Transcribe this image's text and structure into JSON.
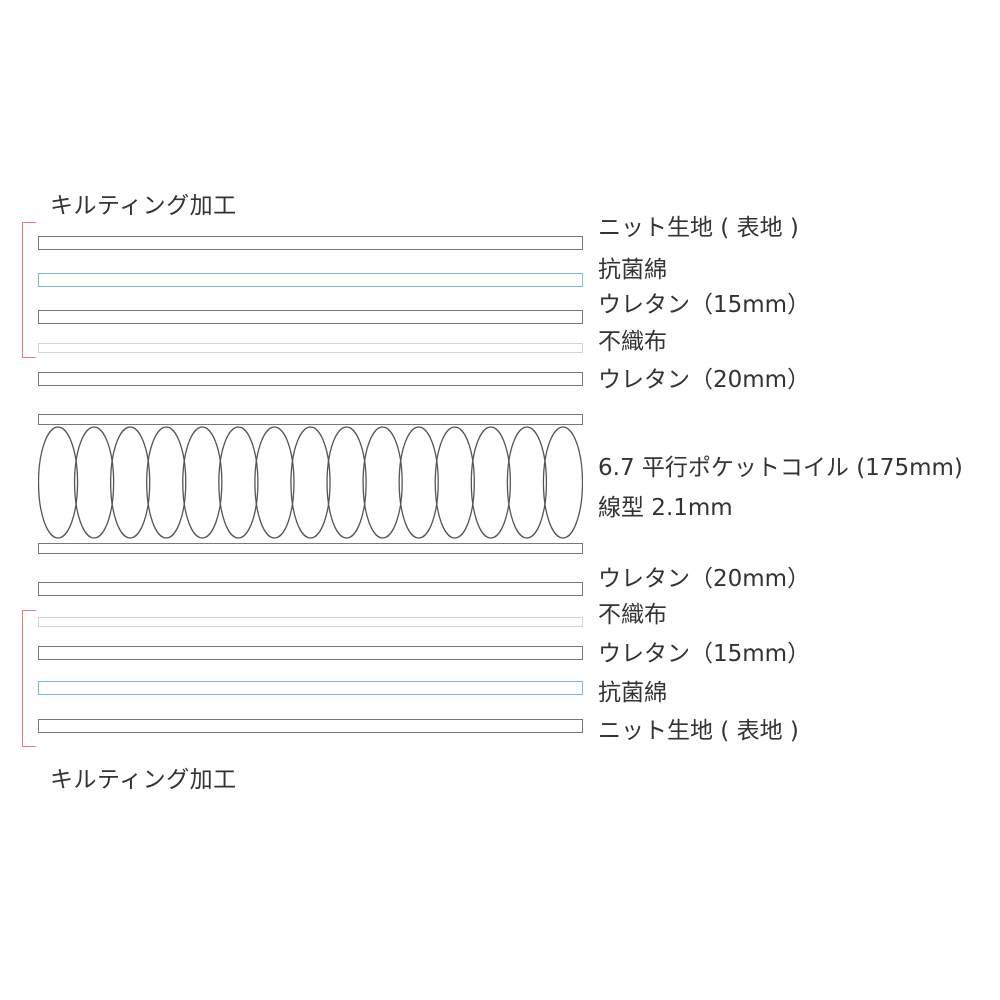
{
  "top_quilting_label": "キルティング加工",
  "bottom_quilting_label": "キルティング加工",
  "top_layers": [
    {
      "kind": "knit",
      "label": "ニット生地 ( 表地 )"
    },
    {
      "kind": "antibac",
      "label": "抗菌綿"
    },
    {
      "kind": "urethane",
      "label": "ウレタン（15mm）"
    },
    {
      "kind": "nonwoven",
      "label": "不織布"
    },
    {
      "kind": "urethane",
      "label": "ウレタン（20mm）"
    }
  ],
  "coil": {
    "label_line1": "6.7 平行ポケットコイル (175mm)",
    "label_line2": "線型 2.1mm",
    "coil_count": 15
  },
  "bottom_layers": [
    {
      "kind": "urethane",
      "label": "ウレタン（20mm）"
    },
    {
      "kind": "nonwoven",
      "label": "不織布"
    },
    {
      "kind": "urethane",
      "label": "ウレタン（15mm）"
    },
    {
      "kind": "antibac",
      "label": "抗菌綿"
    },
    {
      "kind": "knit",
      "label": "ニット生地 ( 表地 )"
    }
  ],
  "colors": {
    "bracket": "#e57d82",
    "layer_border": "#777777",
    "antibac_border": "#7db8d8",
    "nonwoven_border": "#d4d4d4"
  }
}
